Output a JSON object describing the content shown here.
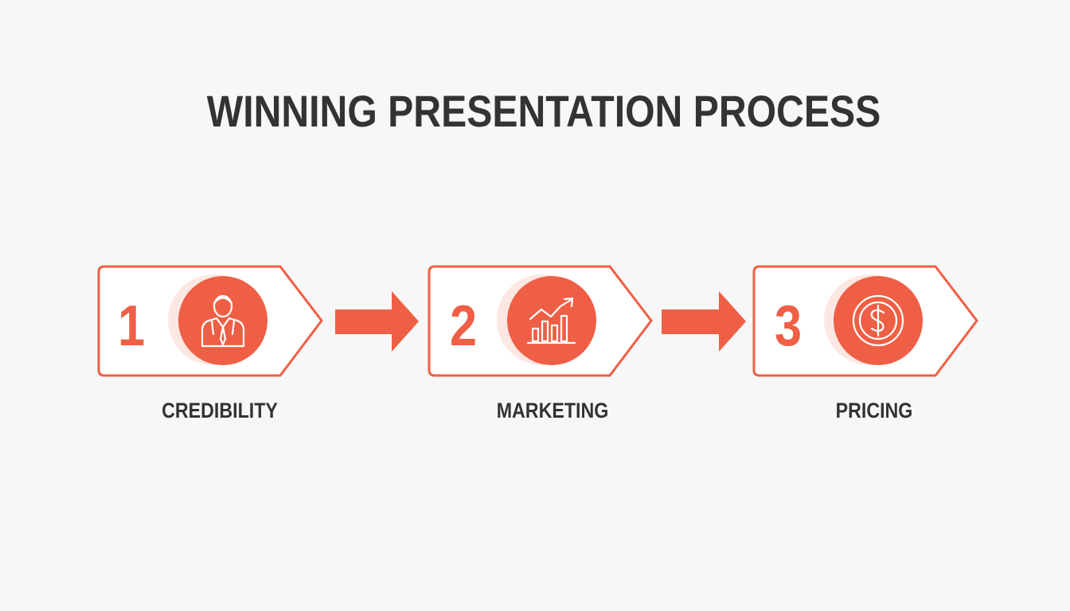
{
  "title": "WINNING PRESENTATION PROCESS",
  "colors": {
    "accent": "#ef5f45",
    "text": "#333333",
    "background": "#f7f7f7"
  },
  "steps": [
    {
      "number": "1",
      "label": "CREDIBILITY",
      "icon": "businessman-icon"
    },
    {
      "number": "2",
      "label": "MARKETING",
      "icon": "growth-chart-icon"
    },
    {
      "number": "3",
      "label": "PRICING",
      "icon": "dollar-coin-icon"
    }
  ]
}
